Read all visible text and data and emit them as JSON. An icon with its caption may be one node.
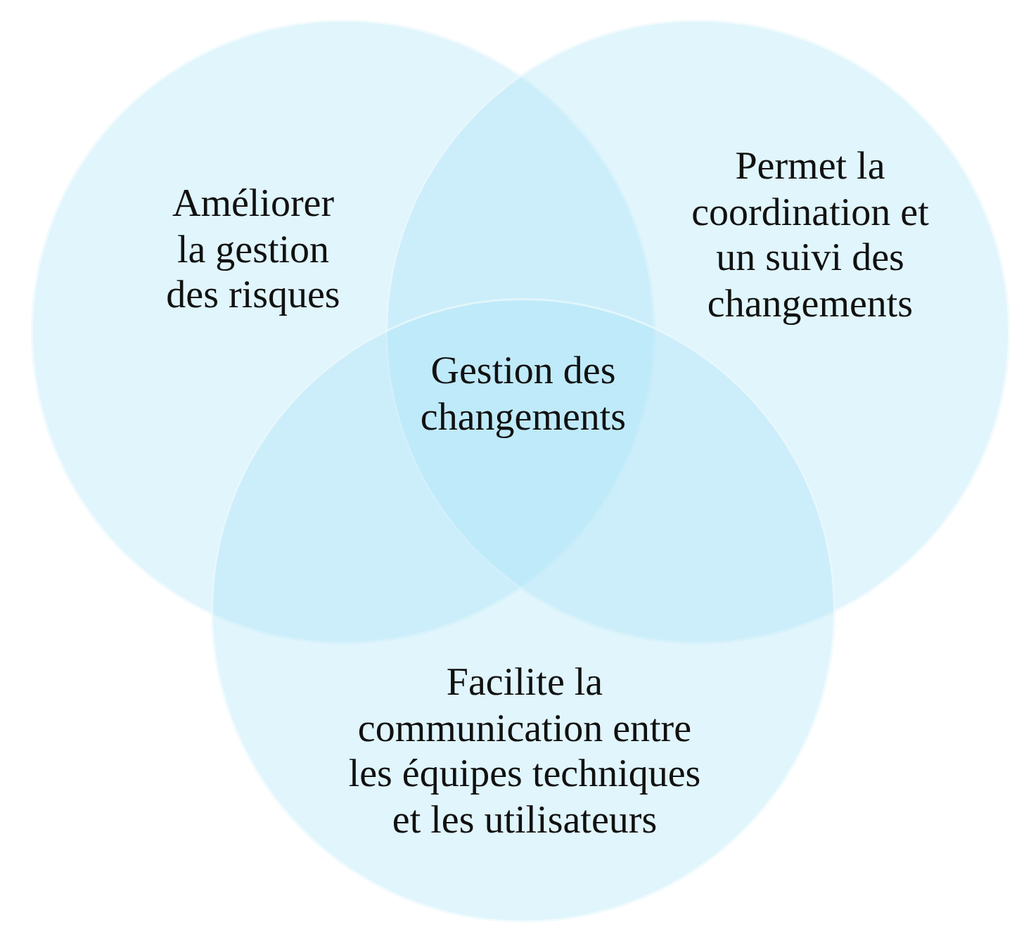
{
  "diagram": {
    "nodes": [
      {
        "text": [
          "Améliorer la gestion des risques"
        ]
      },
      {
        "text": [
          "Permet la coordination et un suivi des changements"
        ]
      },
      {
        "text": [
          "Facilite la communication entre les équipes techniques et les utilisateurs"
        ]
      },
      {
        "text": [
          "Gestion des changements"
        ]
      }
    ]
  }
}
